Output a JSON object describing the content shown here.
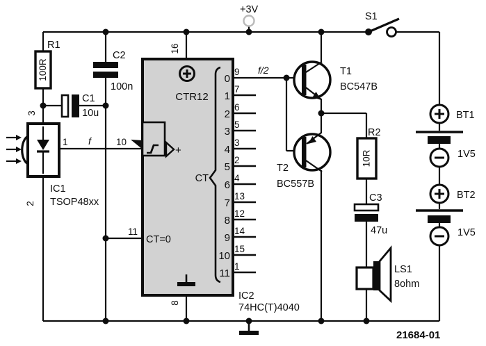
{
  "schematic": {
    "supply": {
      "label": "+3V"
    },
    "board_number": "21684-01",
    "r1": {
      "ref": "R1",
      "value": "100R"
    },
    "c1": {
      "ref": "C1",
      "value": "10u"
    },
    "c2": {
      "ref": "C2",
      "value": "100n"
    },
    "ic1": {
      "ref": "IC1",
      "part": "TSOP48xx",
      "pin_top": "3",
      "pin_bottom": "2",
      "pin_out": "1",
      "signal": "f"
    },
    "ic2": {
      "ref": "IC2",
      "part": "74HC(T)4040",
      "function": "CTR12",
      "pin_vcc": "16",
      "pin_gnd": "8",
      "pin_clock": "10",
      "pin_reset": "11",
      "reset_label": "CT=0",
      "bracket_label": "CT",
      "clock_plus": "+",
      "clock_signal": "f/2",
      "outputs": [
        {
          "bit": "0",
          "pin": "9"
        },
        {
          "bit": "1",
          "pin": "7"
        },
        {
          "bit": "2",
          "pin": "6"
        },
        {
          "bit": "3",
          "pin": "5"
        },
        {
          "bit": "4",
          "pin": "3"
        },
        {
          "bit": "5",
          "pin": "2"
        },
        {
          "bit": "6",
          "pin": "4"
        },
        {
          "bit": "7",
          "pin": "13"
        },
        {
          "bit": "8",
          "pin": "12"
        },
        {
          "bit": "9",
          "pin": "14"
        },
        {
          "bit": "10",
          "pin": "15"
        },
        {
          "bit": "11",
          "pin": "1"
        }
      ]
    },
    "t1": {
      "ref": "T1",
      "part": "BC547B"
    },
    "t2": {
      "ref": "T2",
      "part": "BC557B"
    },
    "r2": {
      "ref": "R2",
      "value": "10R"
    },
    "c3": {
      "ref": "C3",
      "value": "47u"
    },
    "ls1": {
      "ref": "LS1",
      "value": "8ohm"
    },
    "s1": {
      "ref": "S1"
    },
    "bt1": {
      "ref": "BT1",
      "value": "1V5"
    },
    "bt2": {
      "ref": "BT2",
      "value": "1V5"
    }
  }
}
